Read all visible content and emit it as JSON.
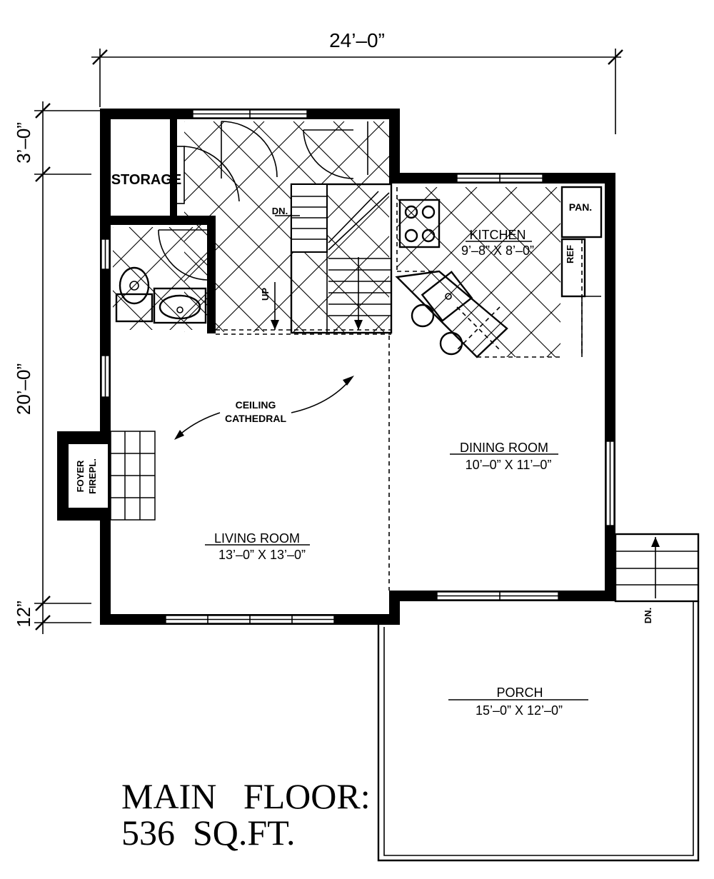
{
  "dimensions": {
    "overall_width": "24’–0”",
    "upper_depth": "3’–0”",
    "main_depth": "20’–0”",
    "lower_offset": "12”"
  },
  "rooms": {
    "storage": {
      "name": "STORAGE"
    },
    "kitchen": {
      "name": "KITCHEN",
      "size": "9’–8” X 8’–0”"
    },
    "dining": {
      "name": "DINING ROOM",
      "size": "10’–0” X 11’–0”"
    },
    "living": {
      "name": "LIVING ROOM",
      "size": "13’–0” X 13’–0”"
    },
    "porch": {
      "name": "PORCH",
      "size": "15’–0” X 12’–0”"
    }
  },
  "labels": {
    "pantry": "PAN.",
    "refrigerator": "REF",
    "stair_down": "DN.",
    "stair_up": "UP",
    "porch_stair_down": "DN.",
    "ceiling_line1": "CEILING",
    "ceiling_line2": "CATHEDRAL",
    "fireplace_line1": "FOYER",
    "fireplace_line2": "FIREPL."
  },
  "footer": {
    "line1": "MAIN   FLOOR:",
    "line2": "536  SQ.FT."
  }
}
